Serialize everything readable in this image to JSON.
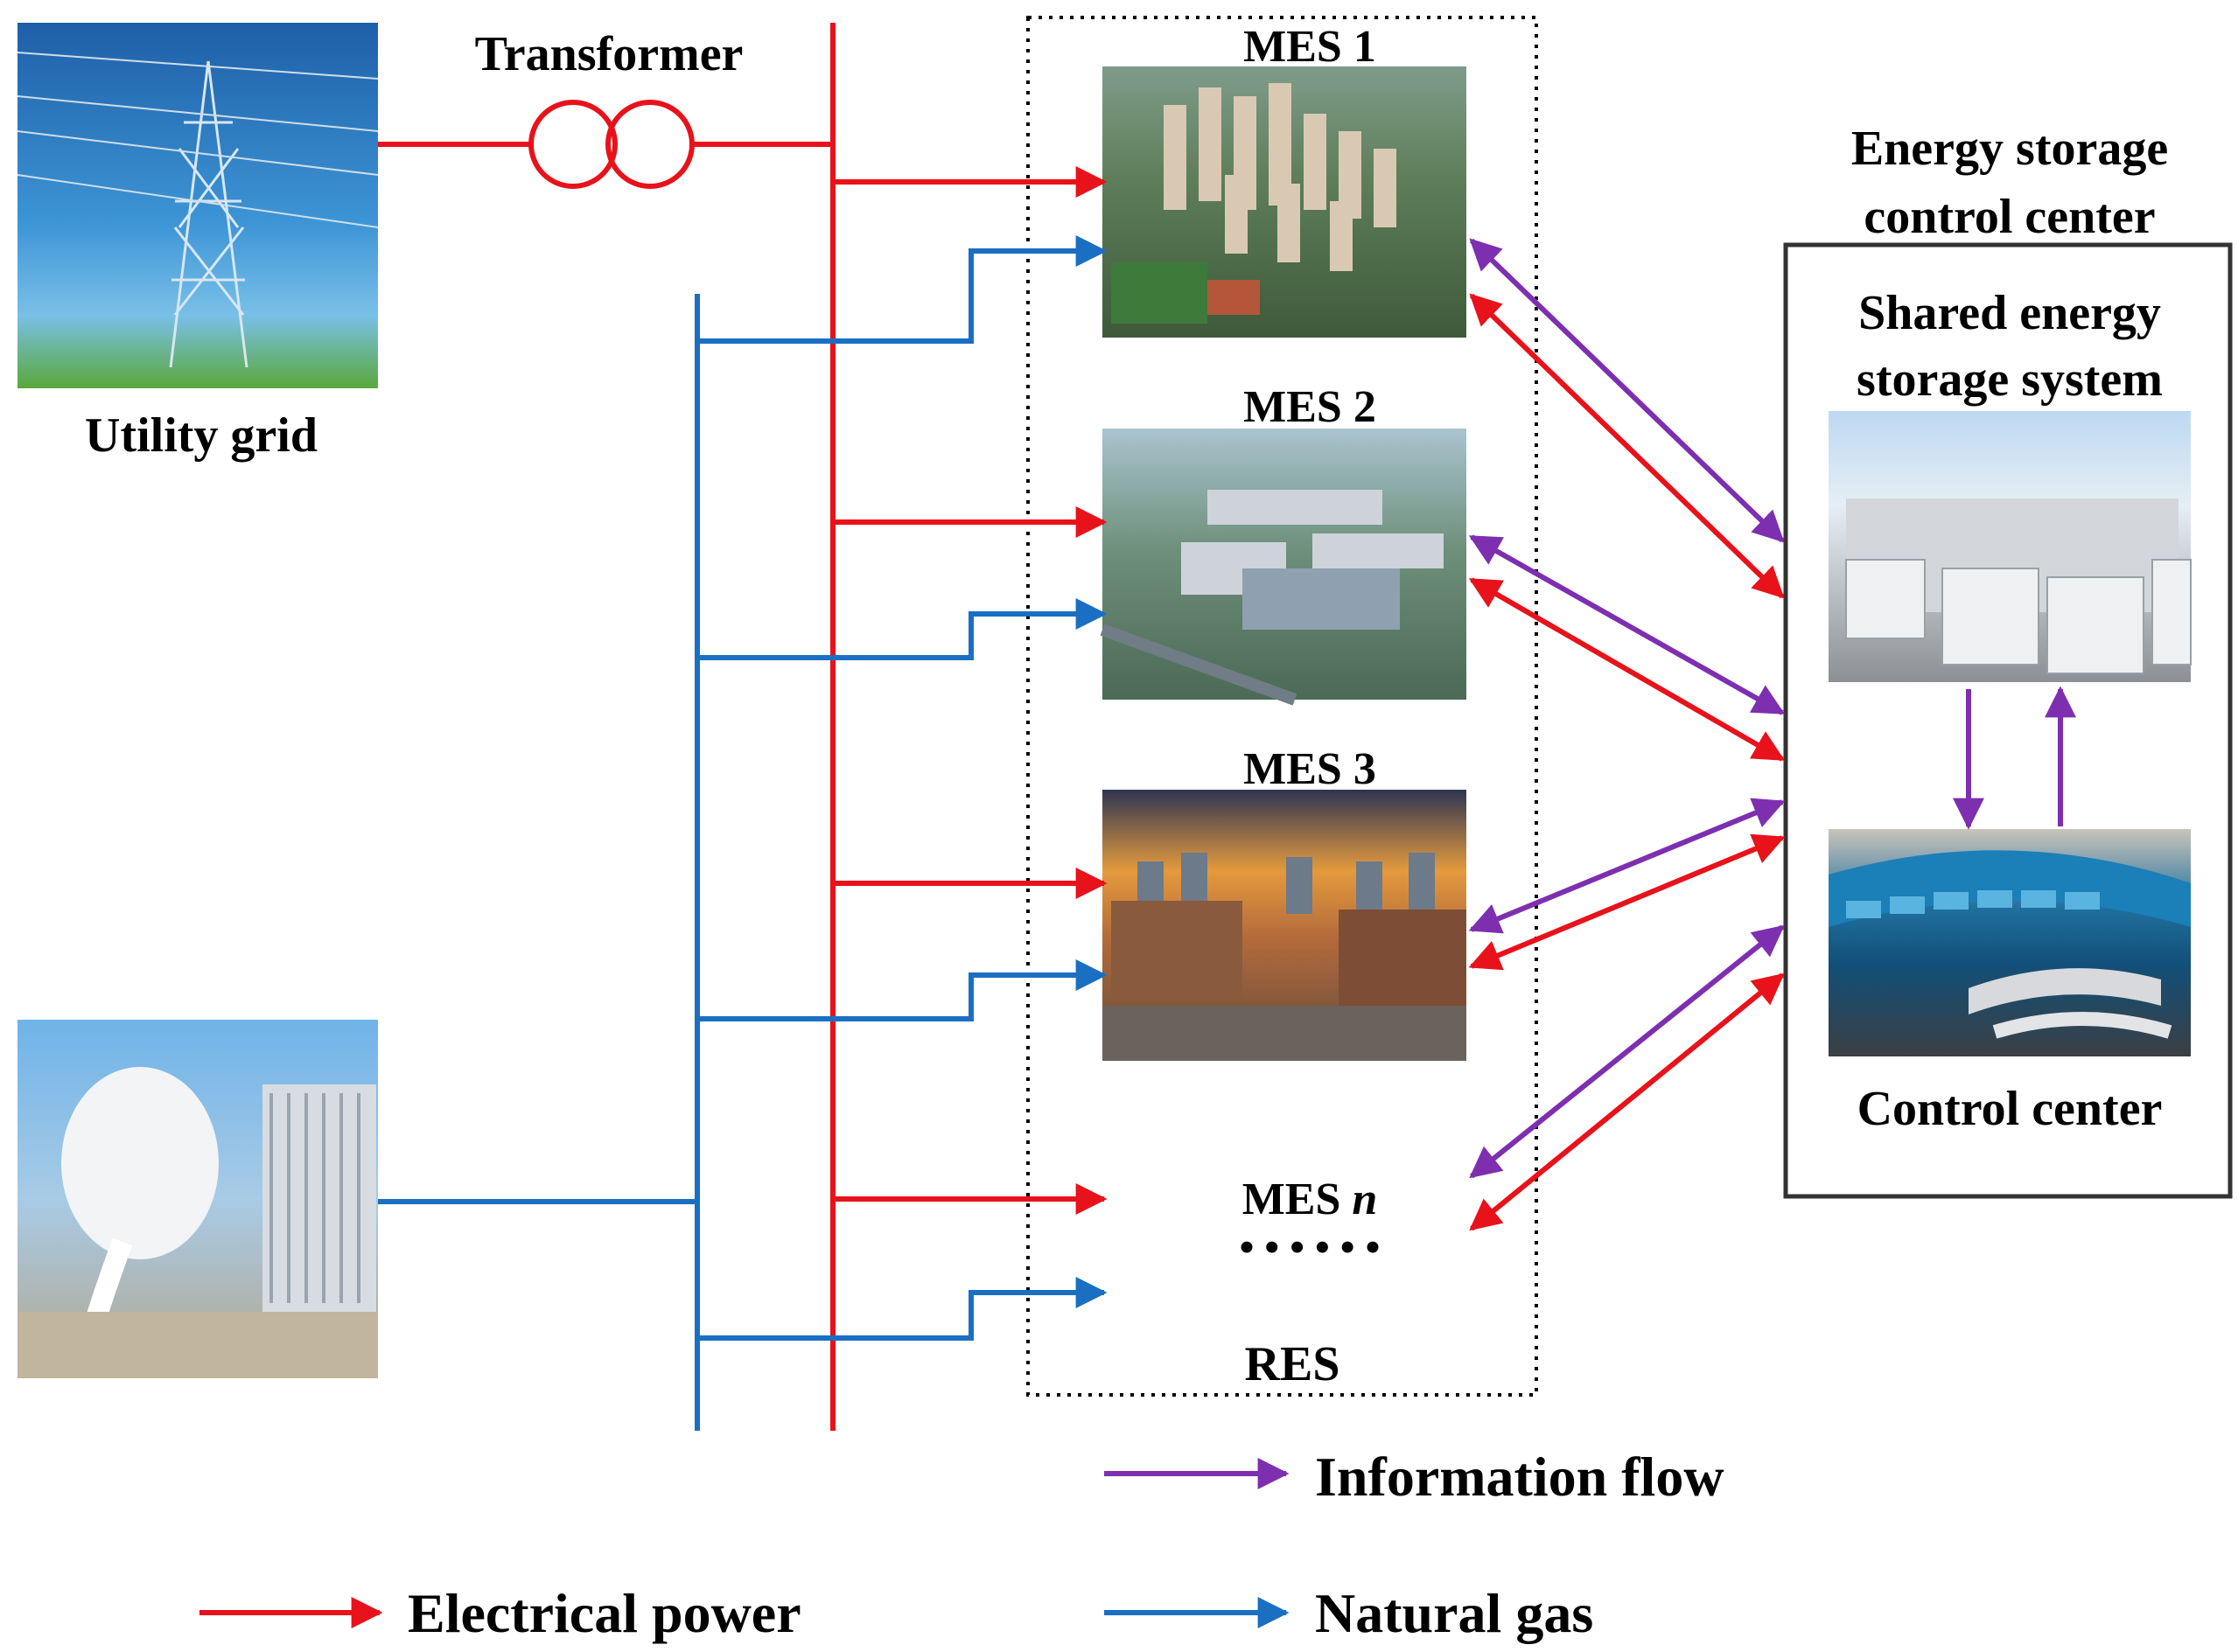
{
  "labels": {
    "transformer": "Transformer",
    "utility_grid": "Utility grid",
    "mes1": "MES 1",
    "mes2": "MES 2",
    "mes3": "MES 3",
    "mes_n_prefix": "MES ",
    "mes_n_italic": "n",
    "ellipsis": "• • • • • •",
    "res": "RES",
    "ess_title_line1": "Energy storage",
    "ess_title_line2": "control center",
    "shared_line1": "Shared energy",
    "shared_line2": "storage system",
    "control_center": "Control center"
  },
  "legend": {
    "information_flow": "Information flow",
    "electrical_power": "Electrical power",
    "natural_gas": "Natural gas"
  },
  "colors": {
    "electrical_power": "#e8121b",
    "natural_gas": "#1a6fc3",
    "information_flow": "#7e2fb0",
    "frame": "#333333"
  },
  "images": {
    "utility_grid": "transmission-tower-photo",
    "gas_station": "lng-tank-photo",
    "mes1": "residential-district-photo",
    "mes2": "industrial-park-photo",
    "mes3": "commercial-plaza-photo",
    "shared_storage": "battery-container-photo",
    "control_center": "control-room-photo"
  }
}
